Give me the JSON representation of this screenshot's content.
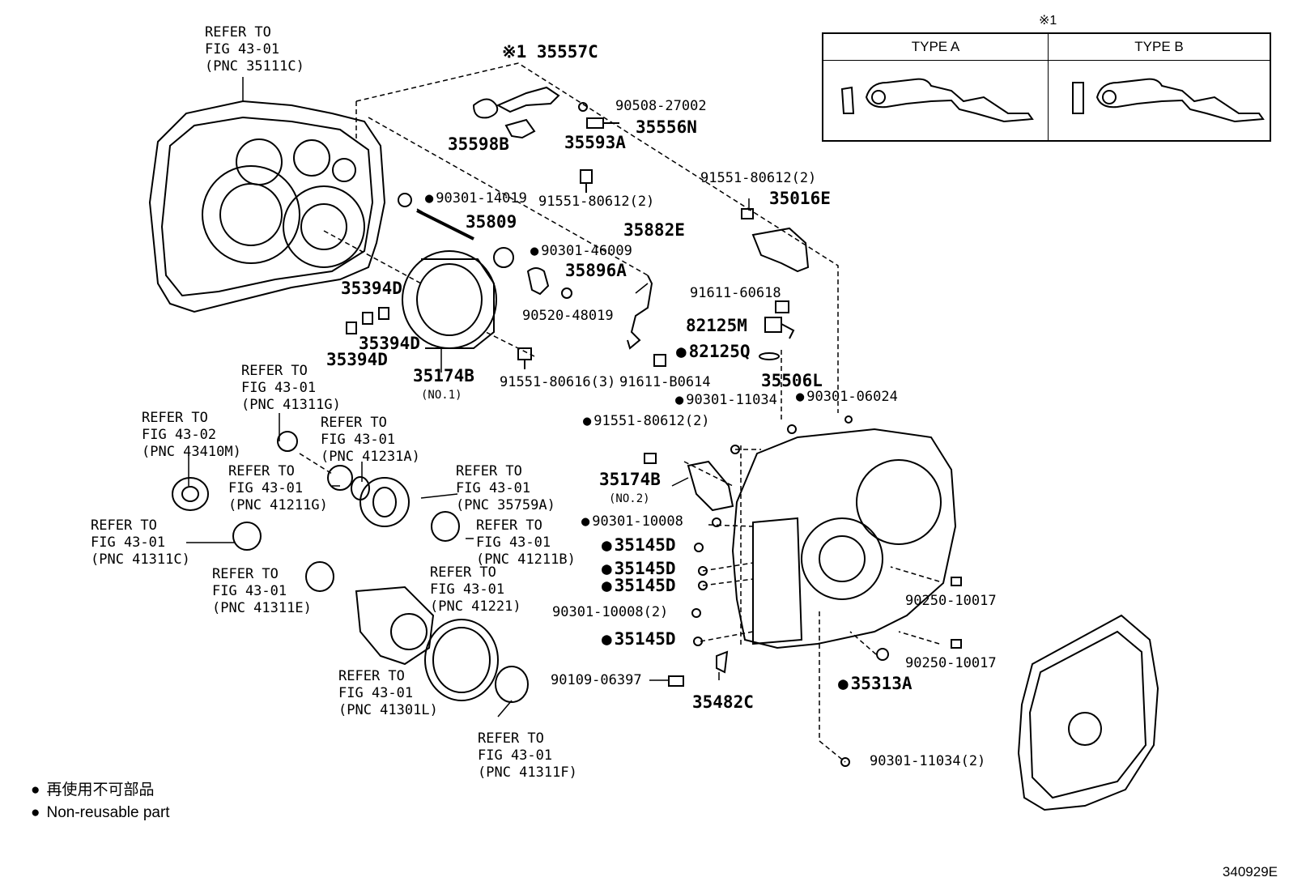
{
  "note_marker": "※1",
  "type_table": {
    "type_a": "TYPE A",
    "type_b": "TYPE B"
  },
  "refs": {
    "r1": [
      "REFER TO",
      "FIG 43-01",
      "(PNC 35111C)"
    ],
    "r2": [
      "REFER TO",
      "FIG 43-01",
      "(PNC 41311G)"
    ],
    "r3": [
      "REFER TO",
      "FIG 43-02",
      "(PNC 43410M)"
    ],
    "r4": [
      "REFER TO",
      "FIG 43-01",
      "(PNC 41231A)"
    ],
    "r5": [
      "REFER TO",
      "FIG 43-01",
      "(PNC 41211G)"
    ],
    "r6": [
      "REFER TO",
      "FIG 43-01",
      "(PNC 35759A)"
    ],
    "r7": [
      "REFER TO",
      "FIG 43-01",
      "(PNC 41311C)"
    ],
    "r8": [
      "REFER TO",
      "FIG 43-01",
      "(PNC 41211B)"
    ],
    "r9": [
      "REFER TO",
      "FIG 43-01",
      "(PNC 41311E)"
    ],
    "r10": [
      "REFER TO",
      "FIG 43-01",
      "(PNC 41221)"
    ],
    "r11": [
      "REFER TO",
      "FIG 43-01",
      "(PNC 41301L)"
    ],
    "r12": [
      "REFER TO",
      "FIG 43-01",
      "(PNC 41311F)"
    ]
  },
  "parts": {
    "p35557C": "※1 35557C",
    "p90508": "90508-27002",
    "p35556N": "35556N",
    "p35598B": "35598B",
    "p35593A": "35593A",
    "p91551a": "91551-80612(2)",
    "p90301_14019": "90301-14019",
    "p35809": "35809",
    "p90301_46009": "90301-46009",
    "p35896A": "35896A",
    "p90520": "90520-48019",
    "p35394D_1": "35394D",
    "p35394D_2": "35394D",
    "p35394D_3": "35394D",
    "p35174B": "35174B",
    "p35174B_no1": "(NO.1)",
    "p91551_80616": "91551-80616(3)",
    "p35882E": "35882E",
    "p91551b": "91551-80612(2)",
    "p35016E": "35016E",
    "p91611_60618": "91611-60618",
    "p82125M": "82125M",
    "p82125Q": "82125Q",
    "p91611_B0614": "91611-B0614",
    "p35506L": "35506L",
    "p90301_11034": "90301-11034",
    "p90301_06024": "90301-06024",
    "p91551c": "91551-80612(2)",
    "p35174B2": "35174B",
    "p35174B_no2": "(NO.2)",
    "p90301_10008": "90301-10008",
    "p35145D_1": "35145D",
    "p35145D_2": "35145D",
    "p35145D_3": "35145D",
    "p90301_10008_2": "90301-10008(2)",
    "p35145D_4": "35145D",
    "p90109": "90109-06397",
    "p35482C": "35482C",
    "p90250_a": "90250-10017",
    "p90250_b": "90250-10017",
    "p35313A": "35313A",
    "p90301_11034_2": "90301-11034(2)"
  },
  "legend": {
    "ja": "再使用不可部品",
    "en": "Non-reusable part"
  },
  "figure_id": "340929E"
}
